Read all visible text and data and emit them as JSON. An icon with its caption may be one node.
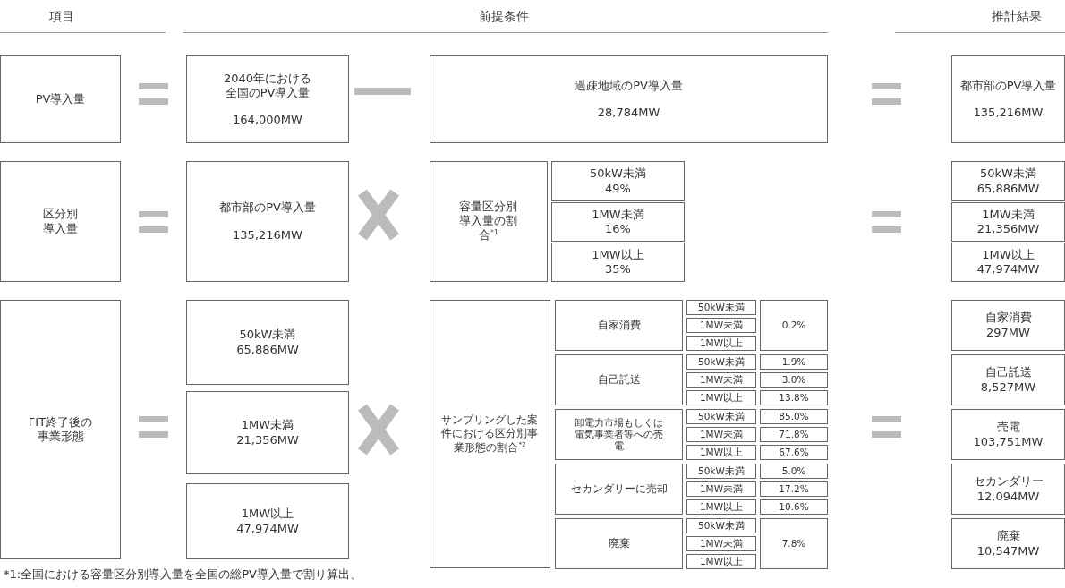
{
  "diagram": {
    "nodes": [
      {
        "text": [
          "PV導入量"
        ]
      },
      {
        "text": [
          "2040年における全国のPV導入量",
          "164,000MW"
        ]
      },
      {
        "text": [
          "過疎地域のPV導入量",
          "28,784MW"
        ]
      },
      {
        "text": [
          "都市部のPV導入量",
          "135,216MW"
        ]
      },
      {
        "text": [
          "区分別導入量"
        ]
      },
      {
        "text": [
          "都市部のPV導入量",
          "135,216MW"
        ]
      },
      {
        "text": [
          "容量区分別導入量の割合$^{*1}$"
        ]
      },
      {
        "text": [
          "50kW未満",
          "49%"
        ]
      },
      {
        "text": [
          "1MW未満",
          "16%"
        ]
      },
      {
        "text": [
          "1MW以上",
          "35%"
        ]
      },
      {
        "text": [
          "50kW未満",
          "65,886MW"
        ]
      },
      {
        "text": [
          "1MW未満",
          "21,356MW"
        ]
      },
      {
        "text": [
          "1MW以上",
          "47,974MW"
        ]
      },
      {
        "text": [
          "FIT終了後の事業形態"
        ]
      },
      {
        "text": [
          "50kW未満",
          "65,886MW"
        ]
      },
      {
        "text": [
          "1MW未満",
          "21,356MW"
        ]
      },
      {
        "text": [
          "1MW以上",
          "47,974MW"
        ]
      },
      {
        "text": [
          "サンプリングした案件における区分別事業形態の割合$^{*2}$"
        ]
      },
      {
        "text": [
          "自家消費"
        ]
      },
      {
        "text": [
          "50kW未満"
        ]
      },
      {
        "text": [
          "1MW未満"
        ]
      },
      {
        "text": [
          "1MW以上"
        ]
      },
      {
        "text": [
          "0.2%"
        ]
      },
      {
        "text": [
          "自己託送"
        ]
      },
      {
        "text": [
          "50kW未満"
        ]
      },
      {
        "text": [
          "1MW未満"
        ]
      },
      {
        "text": [
          "1MW以上"
        ]
      },
      {
        "text": [
          "1.9%"
        ]
      },
      {
        "text": [
          "3.0%"
        ]
      },
      {
        "text": [
          "13.8%"
        ]
      },
      {
        "text": [
          "卸電力市場もしくは電気事業者等への売電"
        ]
      },
      {
        "text": [
          "50kW未満"
        ]
      },
      {
        "text": [
          "1MW未満"
        ]
      },
      {
        "text": [
          "1MW以上"
        ]
      },
      {
        "text": [
          "85.0%"
        ]
      },
      {
        "text": [
          "71.8%"
        ]
      },
      {
        "text": [
          "67.6%"
        ]
      },
      {
        "text": [
          "セカンダリーに売却"
        ]
      },
      {
        "text": [
          "50kW未満"
        ]
      },
      {
        "text": [
          "1MW未満"
        ]
      },
      {
        "text": [
          "1MW以上"
        ]
      },
      {
        "text": [
          "5.0%"
        ]
      },
      {
        "text": [
          "17.2%"
        ]
      },
      {
        "text": [
          "10.6%"
        ]
      },
      {
        "text": [
          "廃棄"
        ]
      },
      {
        "text": [
          "50kW未満"
        ]
      },
      {
        "text": [
          "1MW未満"
        ]
      },
      {
        "text": [
          "1MW以上"
        ]
      },
      {
        "text": [
          "7.8%"
        ]
      },
      {
        "text": [
          "自家消費",
          "297MW"
        ]
      },
      {
        "text": [
          "自己託送",
          "8,527MW"
        ]
      },
      {
        "text": [
          "売電",
          "103,751MW"
        ]
      },
      {
        "text": [
          "セカンダリー",
          "12,094MW"
        ]
      },
      {
        "text": [
          "廃棄",
          "10,547MW"
        ]
      }
    ],
    "labels": [
      "項目",
      "前提条件",
      "推計結果",
      "*1:全国における容量区分別導入量を全国の総PV導入量で割り算出、"
    ]
  }
}
